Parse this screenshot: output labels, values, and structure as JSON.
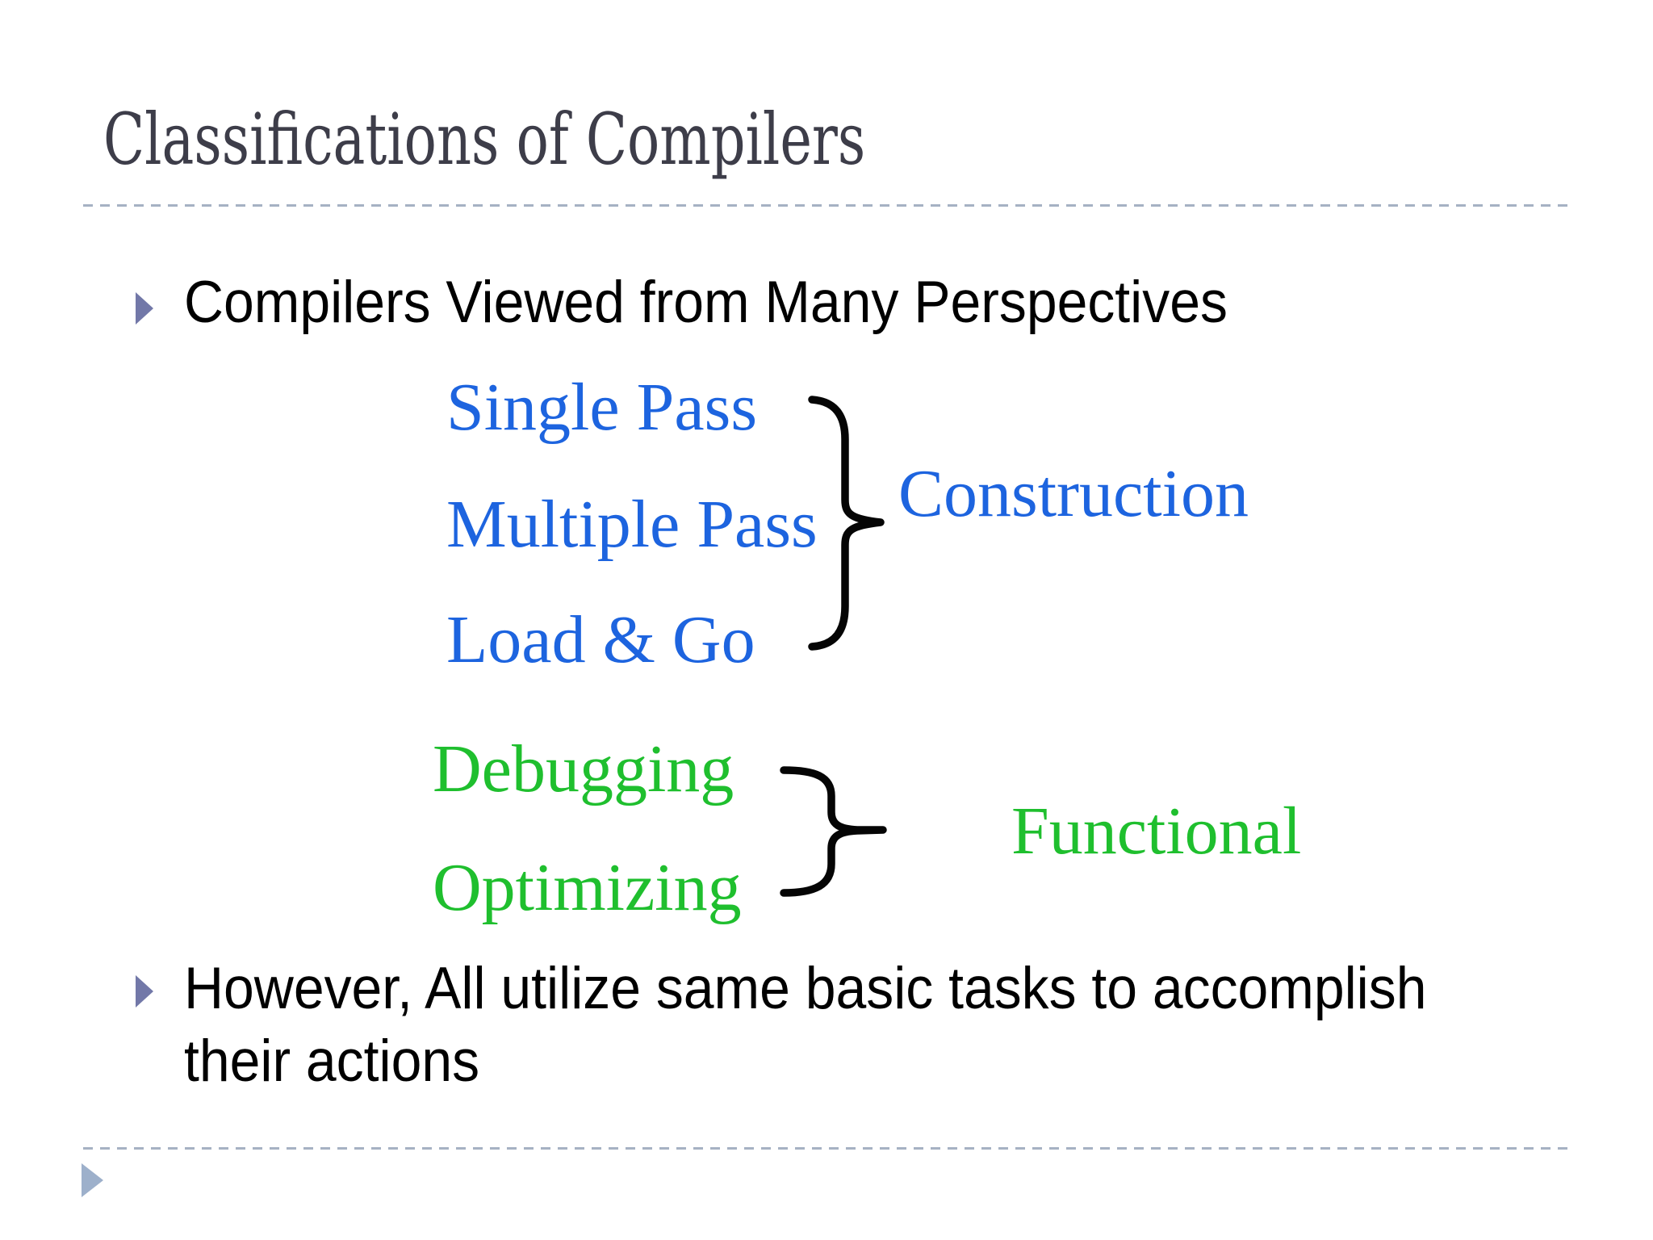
{
  "slide": {
    "title": "Classifications of Compilers",
    "bullets": [
      {
        "text": "Compilers Viewed from Many Perspectives"
      },
      {
        "line1": "However, All utilize same basic tasks to accomplish",
        "line2": "their actions"
      }
    ]
  },
  "diagram": {
    "construction": {
      "items": [
        "Single Pass",
        "Multiple Pass",
        "Load & Go"
      ],
      "label": "Construction"
    },
    "functional": {
      "items": [
        "Debugging",
        "Optimizing"
      ],
      "label": "Functional"
    }
  },
  "colors": {
    "construction_text": "#1D64DF",
    "functional_text": "#1FBF2E",
    "title_text": "#3D3D49",
    "body_text": "#000000",
    "bullet_marker": "#7278A8",
    "footer_marker": "#9DB0CB",
    "divider": "#A6B2C3",
    "brace": "#050505",
    "background": "#FFFFFF"
  }
}
